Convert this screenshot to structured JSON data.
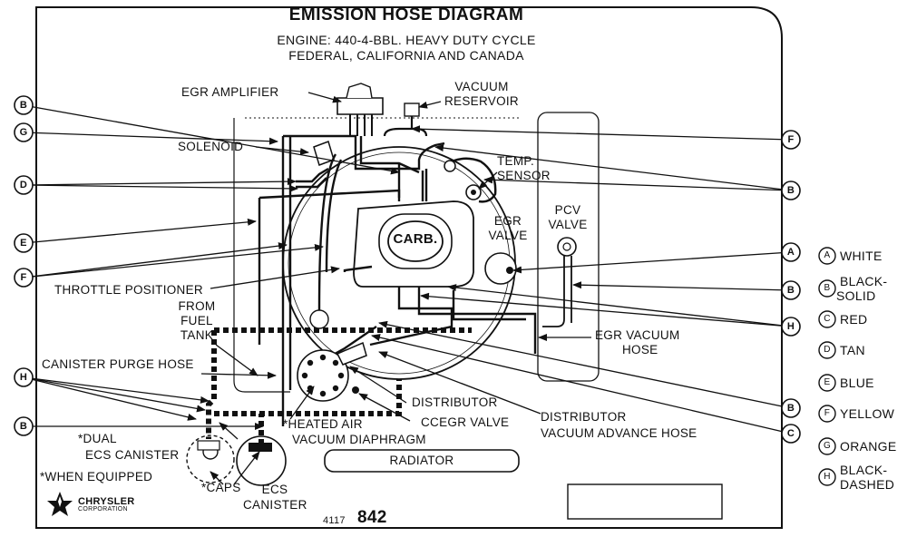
{
  "header": {
    "title": "EMISSION HOSE DIAGRAM",
    "line1": "ENGINE: 440-4-BBL. HEAVY DUTY CYCLE",
    "line2": "FEDERAL, CALIFORNIA AND CANADA"
  },
  "labels": {
    "egr_amplifier": "EGR AMPLIFIER",
    "vacuum": "VACUUM",
    "reservoir": "RESERVOIR",
    "solenoid": "SOLENOID",
    "temp": "TEMP.",
    "sensor": "SENSOR",
    "pcv": "PCV",
    "valve_pcv": "VALVE",
    "egr": "EGR",
    "valve_egr": "VALVE",
    "carb": "CARB.",
    "throttle_positioner": "THROTTLE POSITIONER",
    "from": "FROM",
    "fuel": "FUEL",
    "tank": "TANK",
    "canister_purge_hose": "CANISTER PURGE HOSE",
    "egr_vacuum": "EGR VACUUM",
    "hose": "HOSE",
    "distributor": "DISTRIBUTOR",
    "ccegr_valve": "CCEGR VALVE",
    "dist_vac_1": "DISTRIBUTOR",
    "dist_vac_2": "VACUUM ADVANCE HOSE",
    "heated_air_1": "*HEATED AIR",
    "heated_air_2": "VACUUM DIAPHRAGM",
    "dual_1": "*DUAL",
    "dual_2": "ECS CANISTER",
    "when_equipped": "*WHEN EQUIPPED",
    "caps": "*CAPS",
    "ecs": "ECS",
    "canister": "CANISTER",
    "radiator": "RADIATOR",
    "chrysler": "CHRYSLER",
    "corporation": "CORPORATION",
    "part_small": "4117",
    "part_big": "842"
  },
  "callouts": {
    "b": "B",
    "g": "G",
    "d": "D",
    "e": "E",
    "f": "F",
    "h": "H",
    "a": "A",
    "c": "C"
  },
  "legend": [
    {
      "letter": "A",
      "text": "WHITE"
    },
    {
      "letter": "B",
      "text": "BLACK-",
      "text2": "SOLID"
    },
    {
      "letter": "C",
      "text": "RED"
    },
    {
      "letter": "D",
      "text": "TAN"
    },
    {
      "letter": "E",
      "text": "BLUE"
    },
    {
      "letter": "F",
      "text": "YELLOW"
    },
    {
      "letter": "G",
      "text": "ORANGE"
    },
    {
      "letter": "H",
      "text": "BLACK-",
      "text2": "DASHED"
    }
  ]
}
